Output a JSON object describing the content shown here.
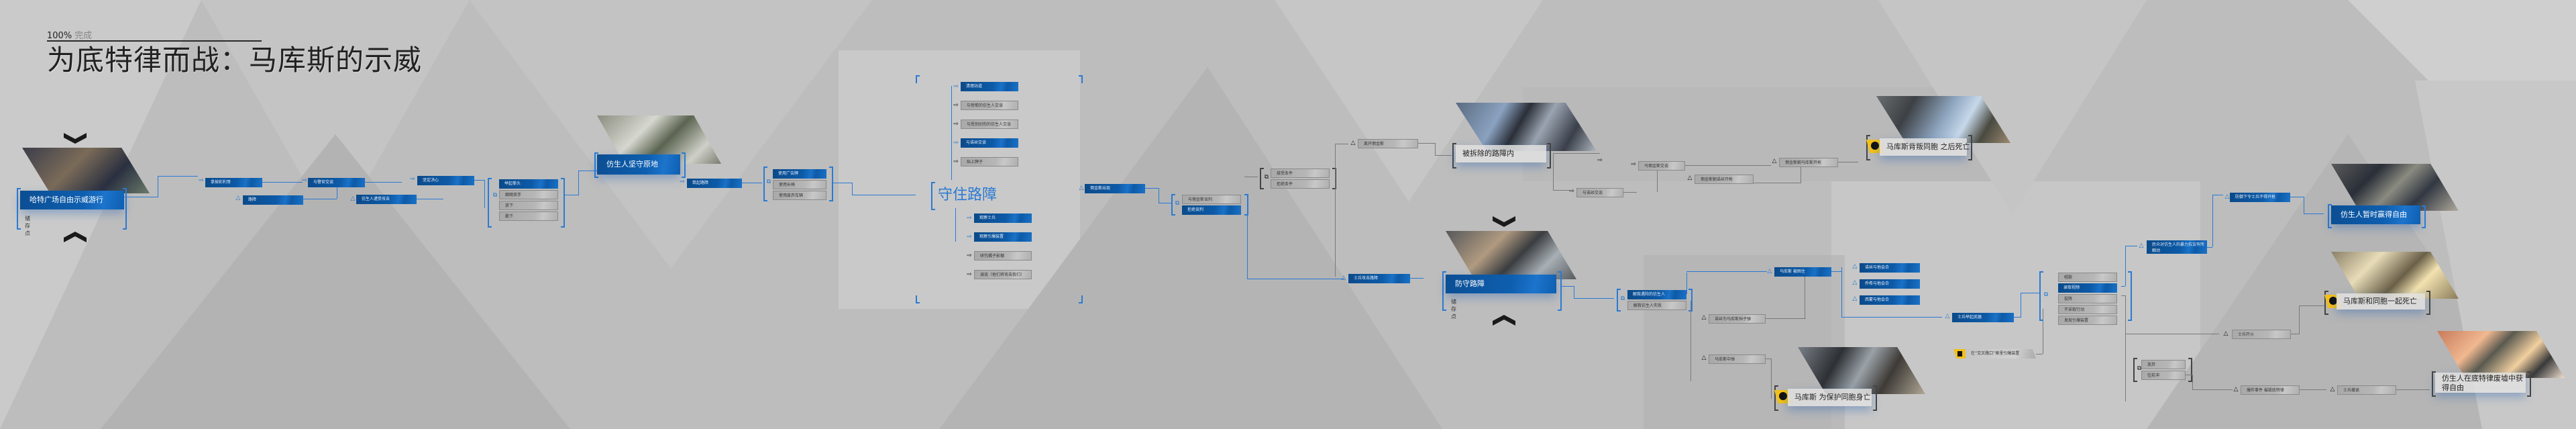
{
  "header": {
    "completion_percent": "100%",
    "completion_label": "完成",
    "chapter_title": "为底特律而战：马库斯的示威"
  },
  "colors": {
    "accent_blue": "#0d5aa7",
    "line_blue": "#2b7ad3",
    "death_yellow": "#f2c01a",
    "background": "#b9b9b9"
  },
  "nav": {
    "up_icon": "chevron-up-icon",
    "down_icon": "chevron-down-icon"
  },
  "cards": {
    "start": {
      "label": "哈特广场自由示威游行",
      "sub": "储存点"
    },
    "stand": {
      "label": "仿生人坚守原地"
    },
    "barricade_section": {
      "label": "守住路障"
    },
    "broken_barricade": {
      "label": "被拆除的路障内"
    },
    "defend": {
      "label": "防守路障",
      "sub": "储存点"
    },
    "free_temp": {
      "label": "仿生人暂时赢得自由"
    },
    "free_final": {
      "label": "仿生人在底特律废墟中获得自由"
    }
  },
  "endings": {
    "betray_die": "马库斯背叛同胞 之后死亡",
    "protect_die": "马库斯 为保护同胞身亡",
    "die_together": "马库斯和同胞一起死亡"
  },
  "nodes": {
    "n1": "拿掉彩利哥",
    "n2": "路障",
    "n3": "与警官交谈",
    "n4": "仿生人遭受攻击",
    "n5": "坚定决心",
    "l1": [
      "举起拳头",
      "跟随双手",
      "放下",
      "跪下"
    ],
    "n6": "筑起路障",
    "l2": [
      "使用广告牌",
      "使用长椅",
      "使用废弃车辆"
    ],
    "barricade_top": [
      "清理站道",
      "与惊慌的仿生人交谈",
      "与受到创伤的仿生人交谈",
      "与诺丝交谈",
      "贴上牌子"
    ],
    "barricade_bottom": [
      "观察士兵",
      "观察引爆装置",
      "研究橘子影棚",
      "调谈（他们将攻击我们）"
    ],
    "n7": "佣金斯出现",
    "l3": [
      "与佣金斯谈判",
      "拒绝谈判"
    ],
    "l4": [
      "接受条件",
      "拒绝条件"
    ],
    "n8": "离开佣金斯",
    "n9": "与诺丝交谈",
    "n10": "马佣金斯交谈",
    "n11": "佣金斯朝马库斯开枪",
    "n12": "佣金斯朝诺丝开枪",
    "n13": "士兵攻击路障",
    "l5": [
      "解救遇险的仿生人",
      "解救仿生人失败"
    ],
    "n14": "马库斯 被困住",
    "n15": "诺丝为马库斯挡子弹",
    "n16": "马库斯中弹",
    "n17": "诺丝与他会合",
    "n18": "乔希与他会合",
    "n19": "西蒙与他会合",
    "n20": "士兵举起武器",
    "n21": "在“交叉路口”章里引爆装置",
    "l6": [
      "唱歌",
      "录取视频",
      "投降",
      "不采取行动",
      "发现引爆装置"
    ],
    "n22": "民众对仿生人的暴力抗议有所触动",
    "n23": "防御下令士兵不得开枪",
    "n24": "士兵开火",
    "l7": [
      "放弃",
      "往前冲"
    ],
    "n25": "爆炸事件 摧毁底特律",
    "n26": "士兵撤退"
  }
}
